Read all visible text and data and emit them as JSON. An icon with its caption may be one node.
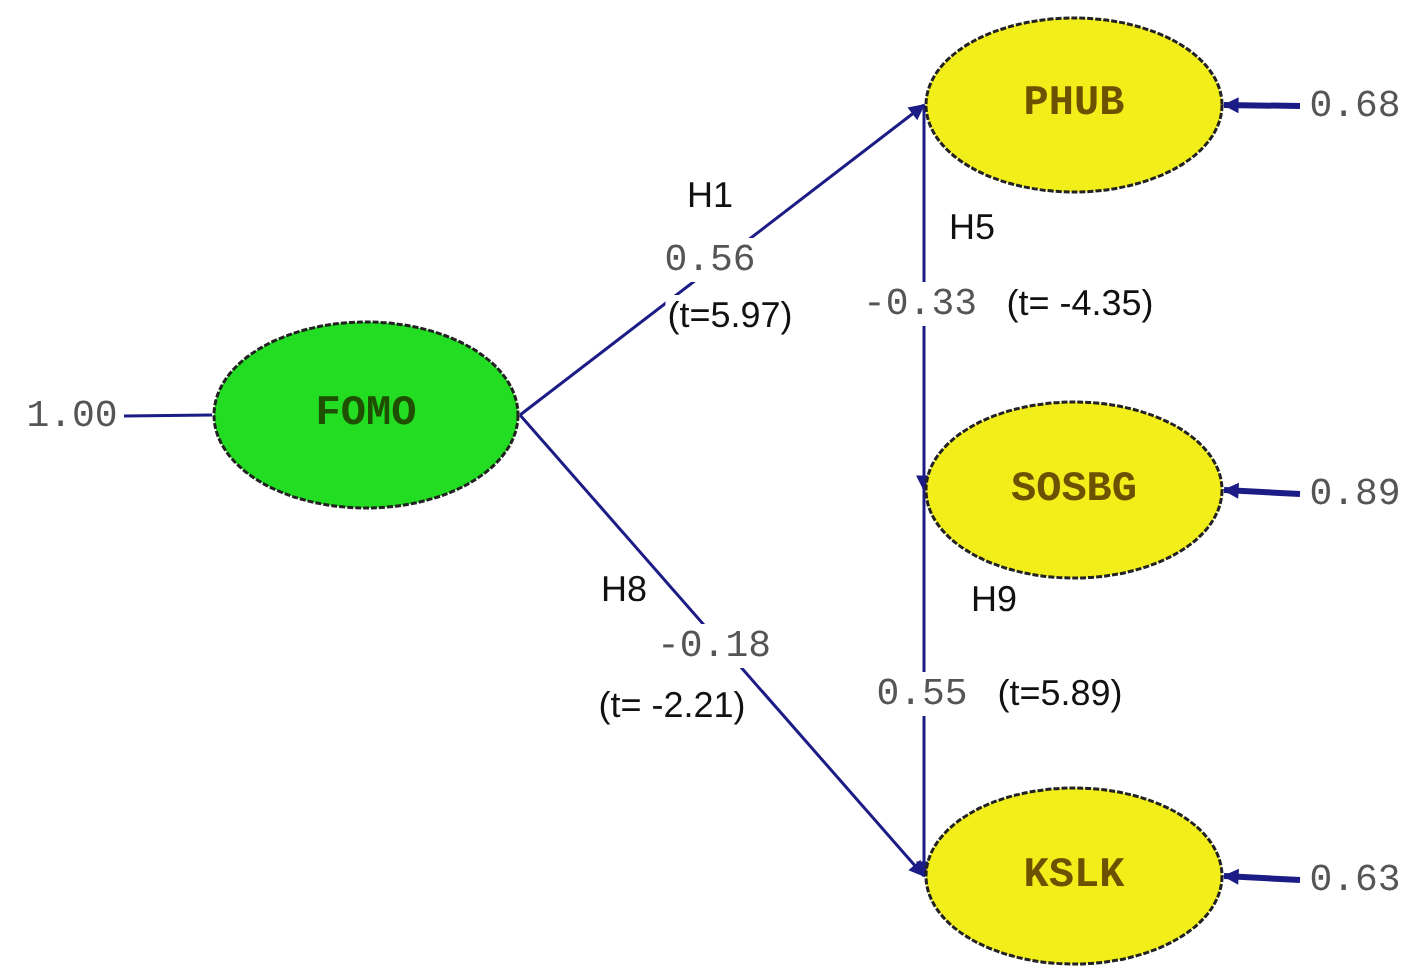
{
  "diagram": {
    "nodes": [
      {
        "text": [
          "FOMO"
        ]
      },
      {
        "text": [
          "PHUB"
        ]
      },
      {
        "text": [
          "SOSBG"
        ]
      },
      {
        "text": [
          "KSLK"
        ]
      },
      {
        "text": [
          "1.00"
        ]
      },
      {
        "text": [
          "0.68"
        ]
      },
      {
        "text": [
          "0.89"
        ]
      },
      {
        "text": [
          "0.63"
        ]
      }
    ],
    "edges": [
      {
        "from": 4,
        "to": 0,
        "arrow": "none"
      },
      {
        "from": 0,
        "to": 1,
        "arrow": "to",
        "label": "0.56"
      },
      {
        "from": 1,
        "to": 2,
        "arrow": "to",
        "label": "-0.33"
      },
      {
        "from": 0,
        "to": 3,
        "arrow": "to",
        "label": "-0.18"
      },
      {
        "from": 2,
        "to": 3,
        "arrow": "to",
        "label": "0.55"
      },
      {
        "from": 5,
        "to": 1,
        "arrow": "to",
        "style": "thick"
      },
      {
        "from": 6,
        "to": 2,
        "arrow": "to",
        "style": "thick"
      },
      {
        "from": 7,
        "to": 3,
        "arrow": "to",
        "style": "thick"
      }
    ],
    "labels": [
      "H1",
      "(t=5.97)",
      "H5",
      "(t= -4.35)",
      "H8",
      "(t= -2.21)",
      "H9",
      "(t=5.89)"
    ]
  }
}
